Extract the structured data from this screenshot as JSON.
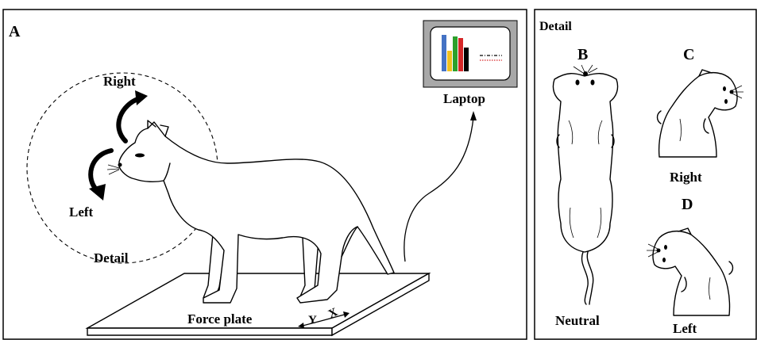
{
  "panel_a": {
    "label": "A",
    "right_label": "Right",
    "left_label": "Left",
    "detail_label": "Detail",
    "laptop_label": "Laptop",
    "force_plate_label": "Force plate",
    "axis_y": "Y",
    "axis_x": "X",
    "laptop_bar_colors": [
      "#4472c4",
      "#f0c020",
      "#2ca02c",
      "#d62728",
      "#000000"
    ]
  },
  "panel_detail": {
    "title": "Detail",
    "b_label": "B",
    "c_label": "C",
    "d_label": "D",
    "neutral_label": "Neutral",
    "right_label": "Right",
    "left_label": "Left"
  }
}
